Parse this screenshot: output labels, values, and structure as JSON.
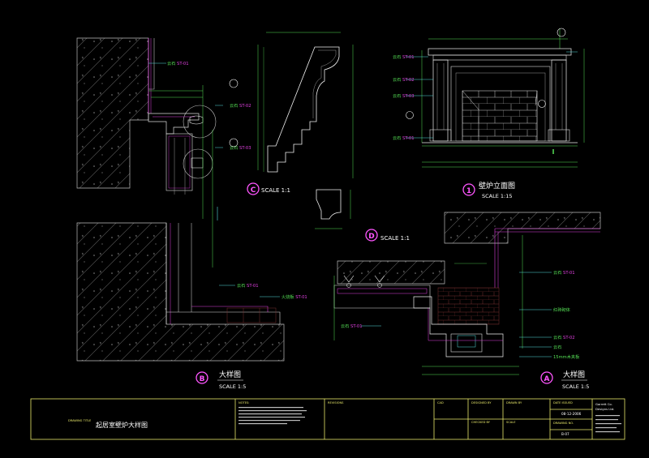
{
  "sheet": {
    "title": "起居室壁炉大样图",
    "style_label": "DRAWING TITLE",
    "date": "08-12-2006",
    "drawing_no": "B-07",
    "scale_cell": "SCALE",
    "firm": [
      "Garrett Co.",
      "Designs Ltd."
    ],
    "notes_head": "NOTES:",
    "revisions": "REVISIONS",
    "cad": "CAD",
    "designed_by": "DESIGNED BY",
    "drawn_by": "DRAWN BY",
    "checked_by": "CHECKED BY",
    "date_head": "DATE ISSUED",
    "drawing_no_head": "DRAWING NO."
  },
  "views": {
    "view1": {
      "marker": "1",
      "title": "壁炉立面图",
      "scale": "SCALE 1:15"
    },
    "viewA": {
      "marker": "A",
      "title": "大样图",
      "scale": "SCALE 1:5"
    },
    "viewB": {
      "marker": "B",
      "title": "大样图",
      "scale": "SCALE 1:5"
    },
    "viewC": {
      "marker": "C",
      "scale": "SCALE 1:1"
    },
    "viewD": {
      "marker": "D",
      "scale": "SCALE 1:1"
    }
  },
  "callouts": {
    "stone": "云石",
    "code1": "ST-01",
    "code2": "ST-02",
    "code3": "ST-03",
    "tile": "火烧板",
    "tile_code": "ST-01",
    "brick": "红砖砌体",
    "wood": "15mm木夹板"
  },
  "colors": {
    "background": "#000000",
    "frame": "#e8e86a",
    "wall_hatch": "#9a9a9a",
    "detail": "#ffffff",
    "dimension": "#55e055",
    "accent": "#e040e0",
    "magenta_text": "#ff55ff",
    "cyan": "#55dddd"
  }
}
